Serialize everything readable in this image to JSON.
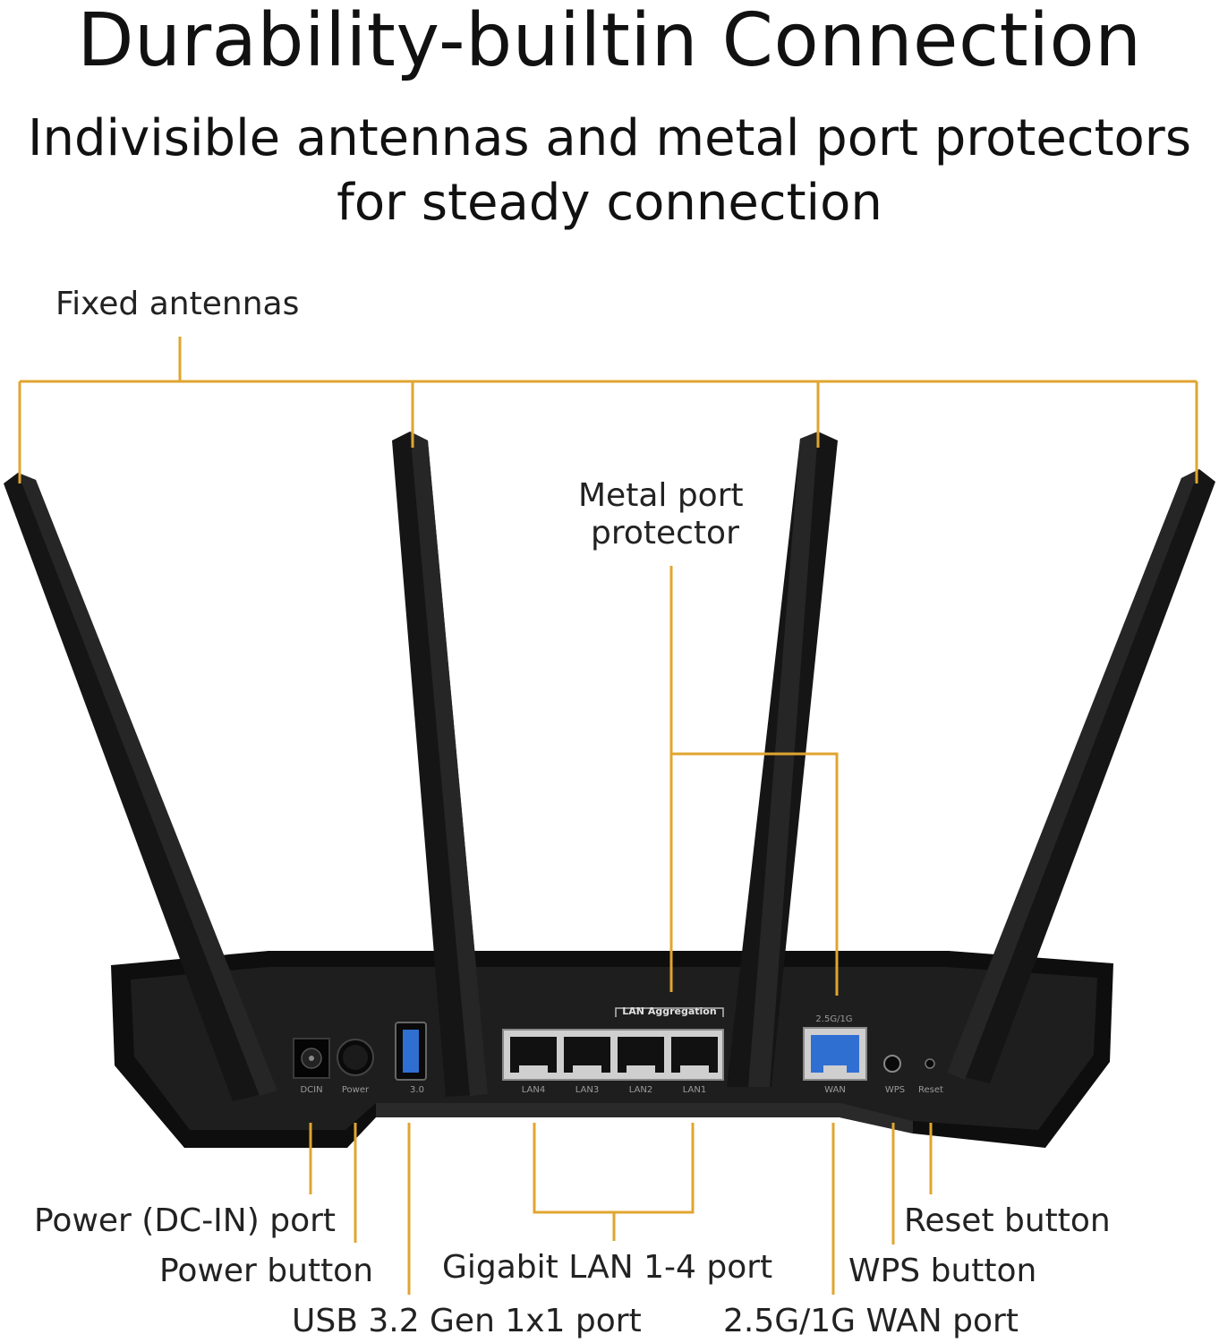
{
  "heading": {
    "title": "Durability-builtin Connection",
    "subtitle_line1": "Indivisible antennas and metal port protectors",
    "subtitle_line2": "for steady connection"
  },
  "callouts": {
    "fixed_antennas": "Fixed antennas",
    "metal_port_protector_line1": "Metal port",
    "metal_port_protector_line2": "protector",
    "power_dcin_port": "Power (DC-IN) port",
    "power_button": "Power button",
    "usb_port": "USB 3.2 Gen 1x1 port",
    "gigabit_lan_port": "Gigabit LAN 1-4 port",
    "wan_port": "2.5G/1G WAN port",
    "wps_button": "WPS button",
    "reset_button": "Reset button"
  },
  "router_panel_labels": {
    "lan_aggregation": "LAN Aggregation",
    "wan_speed": "2.5G/1G",
    "dcin": "DCIN",
    "power": "Power",
    "usb": "3.0",
    "lan4": "LAN4",
    "lan3": "LAN3",
    "lan2": "LAN2",
    "lan1": "LAN1",
    "wan": "WAN",
    "wps": "WPS",
    "reset": "Reset"
  },
  "colors": {
    "callout_line": "#e0a530",
    "router_body": "#141414",
    "antenna": "#151515",
    "wan_port": "#2f6fd1",
    "usb_port": "#2f6fd1"
  }
}
